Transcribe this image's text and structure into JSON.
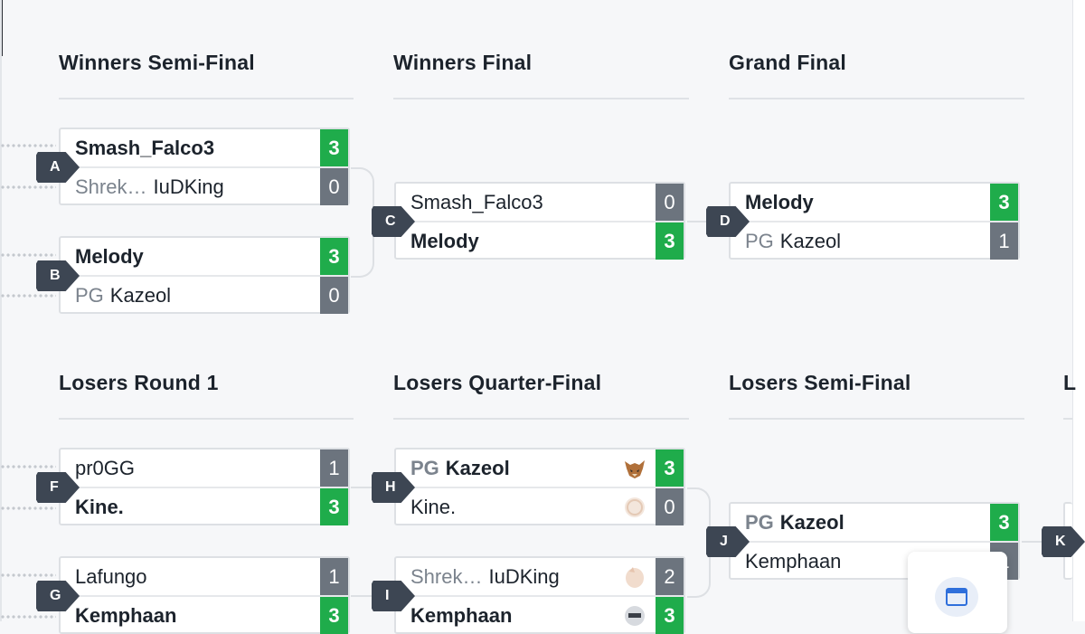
{
  "rounds": {
    "winners_semi": "Winners Semi-Final",
    "winners_final": "Winners Final",
    "grand_final": "Grand Final",
    "losers_r1": "Losers Round 1",
    "losers_qf": "Losers Quarter-Final",
    "losers_sf": "Losers Semi-Final",
    "losers_next_partial": "L"
  },
  "matches": {
    "A": {
      "label": "A",
      "p1": {
        "prefix": "",
        "name": "Smash_Falco3",
        "score": "3"
      },
      "p2": {
        "prefix": "Shrek…",
        "name": "IuDKing",
        "score": "0"
      }
    },
    "B": {
      "label": "B",
      "p1": {
        "prefix": "",
        "name": "Melody",
        "score": "3"
      },
      "p2": {
        "prefix": "PG",
        "name": "Kazeol",
        "score": "0"
      }
    },
    "C": {
      "label": "C",
      "p1": {
        "prefix": "",
        "name": "Smash_Falco3",
        "score": "0"
      },
      "p2": {
        "prefix": "",
        "name": "Melody",
        "score": "3"
      }
    },
    "D": {
      "label": "D",
      "p1": {
        "prefix": "",
        "name": "Melody",
        "score": "3"
      },
      "p2": {
        "prefix": "PG",
        "name": "Kazeol",
        "score": "1"
      }
    },
    "F": {
      "label": "F",
      "p1": {
        "prefix": "",
        "name": "pr0GG",
        "score": "1"
      },
      "p2": {
        "prefix": "",
        "name": "Kine.",
        "score": "3"
      }
    },
    "G": {
      "label": "G",
      "p1": {
        "prefix": "",
        "name": "Lafungo",
        "score": "1"
      },
      "p2": {
        "prefix": "",
        "name": "Kemphaan",
        "score": "3"
      }
    },
    "H": {
      "label": "H",
      "p1": {
        "prefix": "PG",
        "name": "Kazeol",
        "score": "3",
        "character": "fox-icon"
      },
      "p2": {
        "prefix": "",
        "name": "Kine.",
        "score": "0",
        "character": "character-icon"
      }
    },
    "I": {
      "label": "I",
      "p1": {
        "prefix": "Shrek…",
        "name": "IuDKing",
        "score": "2",
        "character": "character-icon"
      },
      "p2": {
        "prefix": "",
        "name": "Kemphaan",
        "score": "3",
        "character": "character-icon"
      }
    },
    "J": {
      "label": "J",
      "p1": {
        "prefix": "PG",
        "name": "Kazeol",
        "score": "3"
      },
      "p2": {
        "prefix": "",
        "name": "Kemphaan",
        "score": "1"
      }
    },
    "K": {
      "label": "K"
    }
  },
  "colors": {
    "win": "#1fac4b",
    "loss": "#6c747e",
    "label_bg": "#3d4653",
    "background": "#f6f7f9"
  },
  "floating_button_icon": "window-icon"
}
